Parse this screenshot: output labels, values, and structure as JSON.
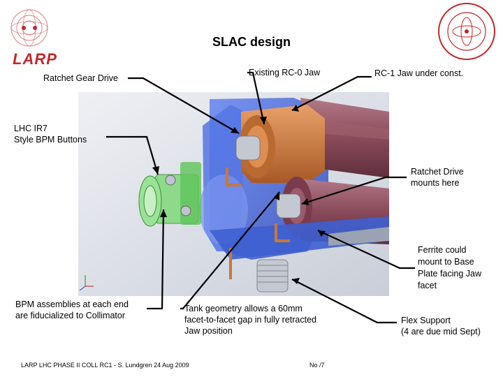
{
  "slide": {
    "title": "SLAC design",
    "logo_left_text": "LARP",
    "footer_left": "LARP LHC PHASE II COLL RC1 - S. Lundgren 24 Aug 2009",
    "footer_right": "No /7"
  },
  "callouts": {
    "ratchet_gear_drive": "Ratchet Gear Drive",
    "existing_rc0_jaw": "Existing RC-0 Jaw",
    "rc1_jaw": "RC-1 Jaw under const.",
    "bpm_buttons_1": "LHC IR7",
    "bpm_buttons_2": "Style BPM Buttons",
    "ratchet_mount_1": "Ratchet Drive",
    "ratchet_mount_2": "mounts here",
    "ferrite_1": "Ferrite could",
    "ferrite_2": "mount to Base",
    "ferrite_3": "Plate facing Jaw",
    "ferrite_4": "facet",
    "bpm_assemblies_1": "BPM assemblies at each end",
    "bpm_assemblies_2": "are fiducialized to Collimator",
    "tank_1": "Tank geometry allows a 60mm",
    "tank_2": "facet-to-facet gap in fully retracted",
    "tank_3": " Jaw position",
    "flex_1": "Flex Support",
    "flex_2": "(4 are due mid Sept)"
  },
  "colors": {
    "tank_blue": "#4a6fe0",
    "jaw_copper": "#c8783a",
    "jaw_maroon": "#8a4a5a",
    "bpm_green": "#6ccf6a",
    "larp_red": "#c0282c"
  }
}
